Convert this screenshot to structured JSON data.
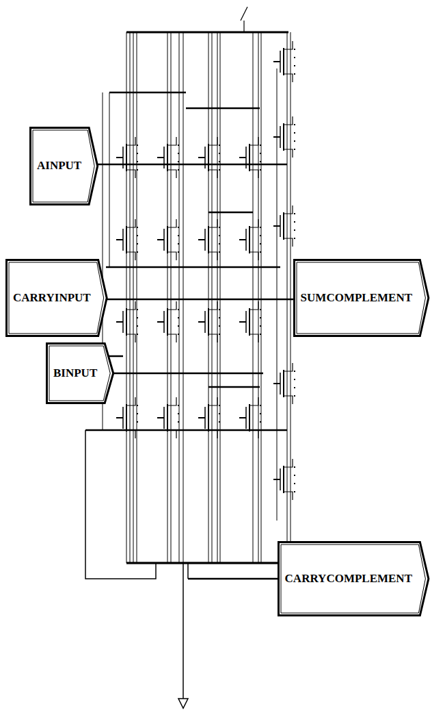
{
  "diagram": {
    "nodes": [
      {
        "text": [
          "AINPUT"
        ]
      },
      {
        "text": [
          "CARRYINPUT"
        ]
      },
      {
        "text": [
          "SUMCOMPLEMENT"
        ]
      },
      {
        "text": [
          "BINPUT"
        ]
      },
      {
        "text": [
          "CARRYCOMPLEMENT"
        ]
      }
    ]
  }
}
